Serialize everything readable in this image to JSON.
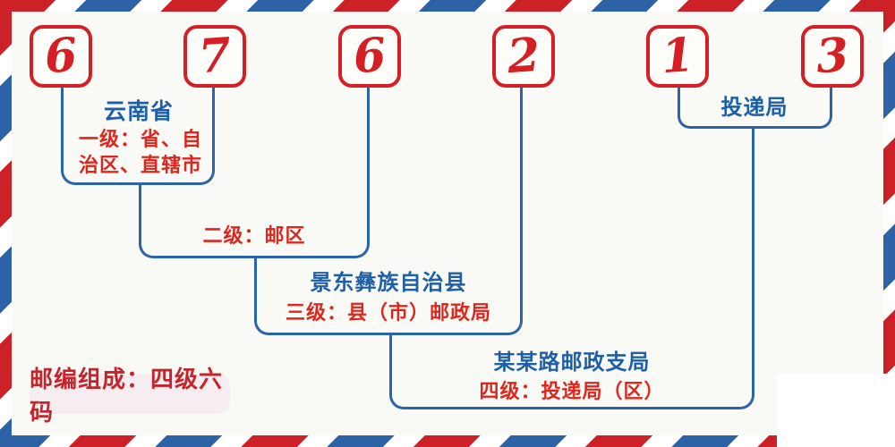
{
  "postal_code": {
    "value": "676213",
    "digits": [
      "6",
      "7",
      "6",
      "2",
      "1",
      "3"
    ]
  },
  "annotations": {
    "level1": {
      "place": "云南省",
      "desc_line1": "一级：省、自",
      "desc_line2": "治区、直辖市"
    },
    "level2": {
      "desc": "二级：邮区"
    },
    "level3": {
      "place": "景东彝族自治县",
      "desc": "三级：县（市）邮政局"
    },
    "level4": {
      "place": "某某路邮政支局",
      "desc": "四级：投递局（区）"
    },
    "delivery": {
      "label": "投递局"
    }
  },
  "badge": {
    "text": "邮编组成：四级六码"
  },
  "colors": {
    "digit-red": "#d42025",
    "text-red": "#e0251c",
    "text-blue": "#1d5fa8",
    "line-blue": "#2b64a8",
    "stripe-red": "#cb2127",
    "stripe-blue": "#2d62a7",
    "badge-bg": "#f5edf0",
    "badge-text": "#c2252b",
    "bg": "#f9faf6"
  }
}
